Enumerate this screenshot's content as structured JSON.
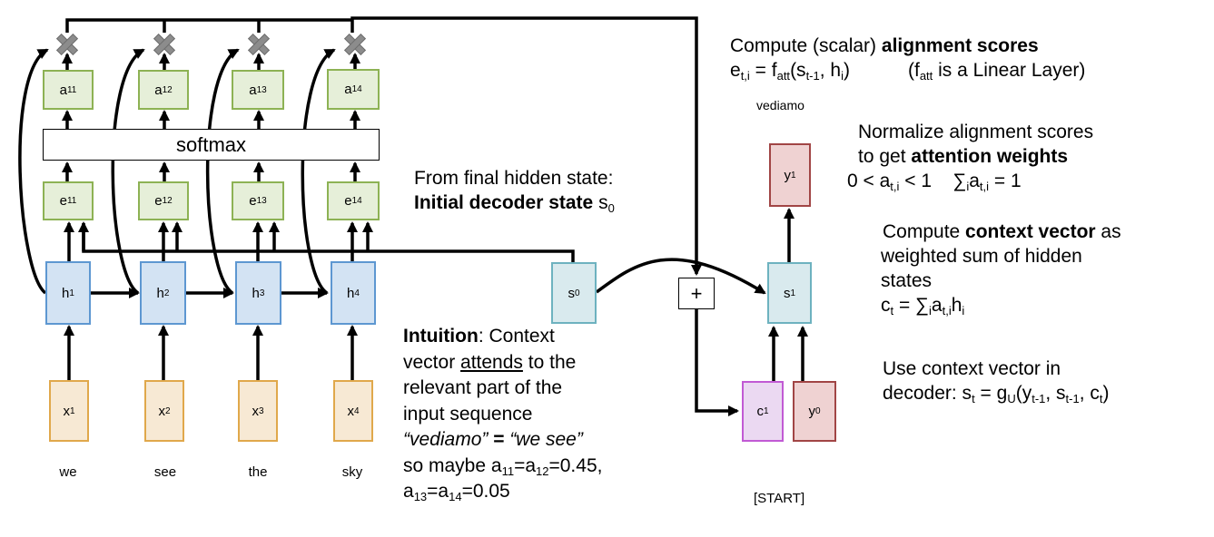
{
  "encoder": {
    "inputs": [
      {
        "label": "x",
        "sub": "1",
        "word": "we"
      },
      {
        "label": "x",
        "sub": "2",
        "word": "see"
      },
      {
        "label": "x",
        "sub": "3",
        "word": "the"
      },
      {
        "label": "x",
        "sub": "4",
        "word": "sky"
      }
    ],
    "hidden": [
      {
        "label": "h",
        "sub": "1"
      },
      {
        "label": "h",
        "sub": "2"
      },
      {
        "label": "h",
        "sub": "3"
      },
      {
        "label": "h",
        "sub": "4"
      }
    ],
    "scores": [
      {
        "label": "e",
        "sub": "11"
      },
      {
        "label": "e",
        "sub": "12"
      },
      {
        "label": "e",
        "sub": "13"
      },
      {
        "label": "e",
        "sub": "14"
      }
    ],
    "weights": [
      {
        "label": "a",
        "sub": "11"
      },
      {
        "label": "a",
        "sub": "12"
      },
      {
        "label": "a",
        "sub": "13"
      },
      {
        "label": "a",
        "sub": "14"
      }
    ],
    "softmax_label": "softmax",
    "multiply_symbol": "×"
  },
  "decoder": {
    "s0": {
      "label": "s",
      "sub": "0"
    },
    "s1": {
      "label": "s",
      "sub": "1"
    },
    "y1": {
      "label": "y",
      "sub": "1"
    },
    "y0": {
      "label": "y",
      "sub": "0"
    },
    "c1": {
      "label": "c",
      "sub": "1"
    },
    "plus_symbol": "+",
    "start_token": "[START]",
    "output_word": "vediamo"
  },
  "annotations": {
    "init_state": {
      "line1": "From final hidden state:",
      "line2_bold": "Initial decoder state",
      "line2_var": "s",
      "line2_sub": "0"
    },
    "alignment": {
      "line1_plain": "Compute (scalar) ",
      "line1_bold": "alignment scores",
      "formula": "e_{t,i} = f_{att}(s_{t-1}, h_i)",
      "note": "(f_{att} is a Linear Layer)"
    },
    "normalize": {
      "line1": "Normalize alignment scores",
      "line2_plain": "to get ",
      "line2_bold": "attention weights",
      "line3": "0 < a_{t,i} < 1    ∑_i a_{t,i} = 1"
    },
    "context": {
      "line1_plain": "Compute ",
      "line1_bold": "context vector",
      "line1_tail": " as",
      "line2": "weighted sum of hidden",
      "line3": "states",
      "formula": "c_t = ∑_i a_{t,i} h_i"
    },
    "use_context": {
      "line1": "Use context vector in",
      "line2": "decoder: s_t = g_U(y_{t-1}, s_{t-1}, c_t)"
    },
    "intuition": {
      "bold": "Intuition",
      "line1_tail": ": Context",
      "line2_pre": "vector ",
      "line2_underline": "attends",
      "line2_post": " to the",
      "line3": "relevant part of the",
      "line4": "input sequence",
      "line5_italic_a": "“vediamo”",
      "line5_eq": " = ",
      "line5_italic_b": "“we see”",
      "line6": "so maybe a_{11}=a_{12}=0.45,",
      "line7": "a_{13}=a_{14}=0.05"
    }
  },
  "colors": {
    "weight_fill": "#e6efd9",
    "weight_border": "#8db254",
    "hidden_fill": "#d3e3f3",
    "hidden_border": "#5d97d1",
    "decoder_fill": "#d9eaee",
    "decoder_border": "#6db2bf",
    "input_fill": "#f7e9d4",
    "input_border": "#e0a84b",
    "output_fill": "#efd2d2",
    "output_border": "#a14545",
    "context_fill": "#ebd9f2",
    "context_border": "#c15ad4",
    "multiply_icon": "#8c8c8c"
  }
}
